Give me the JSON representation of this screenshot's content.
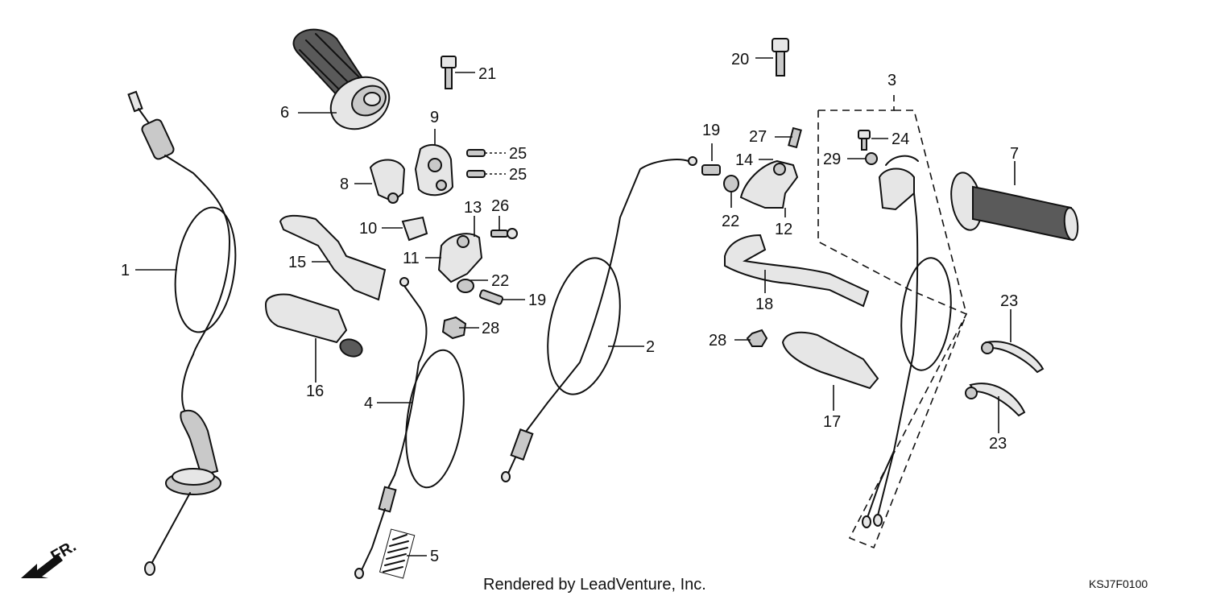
{
  "callouts": {
    "c1": "1",
    "c2": "2",
    "c3": "3",
    "c4": "4",
    "c5": "5",
    "c6": "6",
    "c7": "7",
    "c8": "8",
    "c9": "9",
    "c10": "10",
    "c11": "11",
    "c12": "12",
    "c13": "13",
    "c14": "14",
    "c15": "15",
    "c16": "16",
    "c17": "17",
    "c18": "18",
    "c19a": "19",
    "c19b": "19",
    "c20": "20",
    "c21": "21",
    "c22a": "22",
    "c22b": "22",
    "c23a": "23",
    "c23b": "23",
    "c24": "24",
    "c25a": "25",
    "c25b": "25",
    "c26": "26",
    "c27": "27",
    "c28a": "28",
    "c28b": "28",
    "c29": "29"
  },
  "direction_label": "FR.",
  "footer_credit": "Rendered by LeadVenture, Inc.",
  "diagram_code": "KSJ7F0100"
}
